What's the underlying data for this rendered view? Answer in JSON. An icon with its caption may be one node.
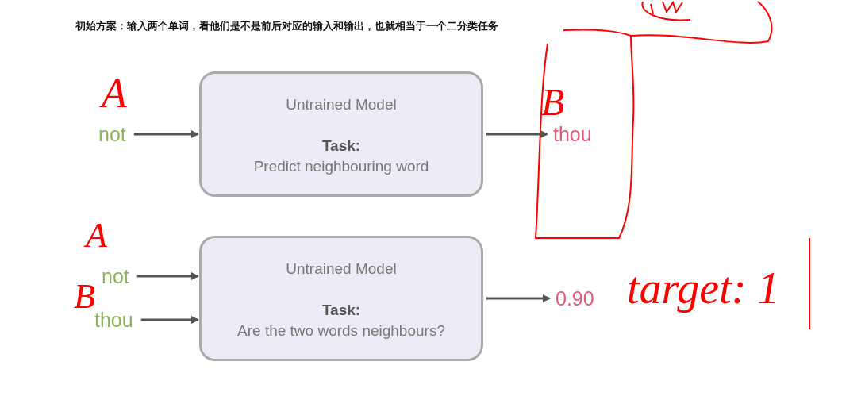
{
  "diagram": {
    "title": "初始方案：输入两个单词，看他们是不是前后对应的输入和输出，也就相当于一个二分类任务",
    "nodes": [
      {
        "text": [
          "not"
        ]
      },
      {
        "text": [
          "Untrained Model",
          "Task:",
          "Predict neighbouring word"
        ]
      },
      {
        "text": [
          "thou"
        ]
      },
      {
        "text": [
          "not"
        ]
      },
      {
        "text": [
          "thou"
        ]
      },
      {
        "text": [
          "Untrained Model",
          "Task:",
          "Are the two words neighbours?"
        ]
      },
      {
        "text": [
          "0.90"
        ]
      }
    ],
    "edges": [
      {
        "from": 0,
        "to": 1,
        "arrow": "to"
      },
      {
        "from": 1,
        "to": 2,
        "arrow": "to"
      },
      {
        "from": 3,
        "to": 5,
        "arrow": "to"
      },
      {
        "from": 4,
        "to": 5,
        "arrow": "to"
      },
      {
        "from": 5,
        "to": 6,
        "arrow": "to"
      }
    ],
    "labels": [
      "A",
      "B",
      "A",
      "B",
      "target: 1"
    ]
  }
}
